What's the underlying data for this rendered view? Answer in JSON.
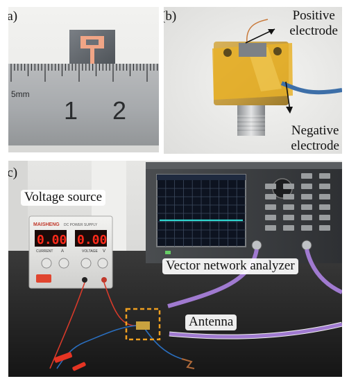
{
  "panels": {
    "a": {
      "label": "(a)",
      "ruler": {
        "unit": "5mm",
        "major_1": "1",
        "major_2": "2"
      }
    },
    "b": {
      "label": "(b)",
      "positive": [
        "Positive",
        "electrode"
      ],
      "negative": [
        "Negative",
        "electrode"
      ]
    },
    "c": {
      "label": "(c)",
      "voltage_source": "Voltage source",
      "vna": "Vector network analyzer",
      "antenna": "Antenna",
      "supply": {
        "brand": "MAISHENG",
        "model": "DC POWER SUPPLY",
        "current_value": "0.00",
        "voltage_value": "0.00",
        "current_label": "CURRENT",
        "current_unit": "A",
        "voltage_label": "VOLTAGE",
        "voltage_unit": "V"
      }
    }
  },
  "colors": {
    "led_red": "#ff2a1a",
    "trace_cyan": "#2fd6d0",
    "highlight_box": "#f0a020",
    "cable_purple": "#a07ad0",
    "kapton": "#e8b22a"
  }
}
